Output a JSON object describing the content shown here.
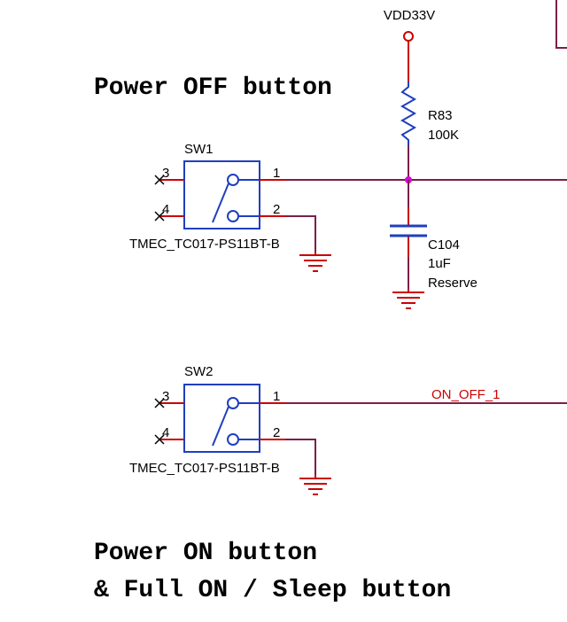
{
  "power_net": {
    "label": "VDD33V"
  },
  "titles": {
    "power_off": "Power OFF button",
    "power_on_line1": "Power ON button",
    "power_on_line2": "& Full ON / Sleep button"
  },
  "resistor": {
    "ref": "R83",
    "value": "100K"
  },
  "capacitor": {
    "ref": "C104",
    "value": "1uF",
    "note": "Reserve"
  },
  "sw1": {
    "ref": "SW1",
    "part": "TMEC_TC017-PS11BT-B",
    "pins": [
      "1",
      "2",
      "3",
      "4"
    ]
  },
  "sw2": {
    "ref": "SW2",
    "part": "TMEC_TC017-PS11BT-B",
    "pins": [
      "1",
      "2",
      "3",
      "4"
    ]
  },
  "net_label": "ON_OFF_1",
  "colors": {
    "wire": "#7a1f4a",
    "pin": "#cc0000",
    "component": "#1f3fbf",
    "ground": "#cc0000",
    "junction": "#e000e0",
    "net_label": "#cc0000",
    "text": "#000000"
  }
}
